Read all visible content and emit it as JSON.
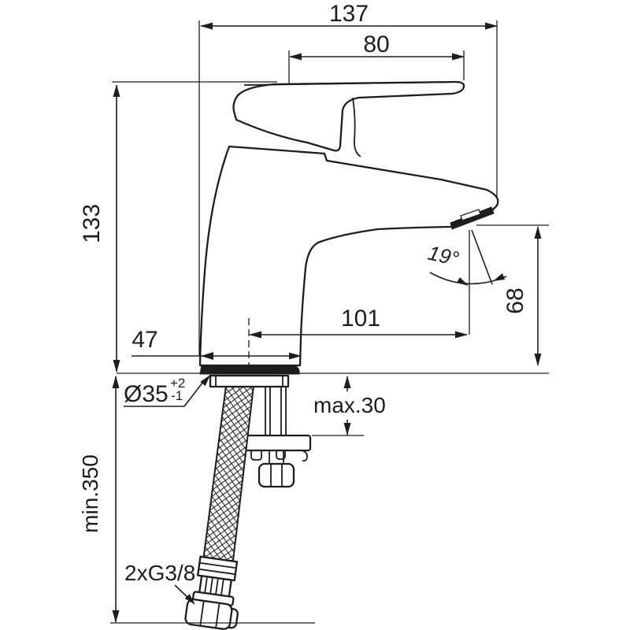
{
  "drawing": {
    "type": "faucet-installation-dimension-drawing",
    "annotations": {
      "overall_width": "137",
      "handle_length": "80",
      "body_height": "133",
      "base_depth": "47",
      "spout_reach": "101",
      "spout_angle": "19°",
      "outlet_height": "68",
      "hole_diameter": "Ø35",
      "hole_tol_plus": "+2",
      "hole_tol_minus": "-1",
      "max_deck_thickness": "max.30",
      "min_hose_length": "min.350",
      "connection_thread": "2xG3/8"
    },
    "colors": {
      "line": "#1d1d1b",
      "background": "#ffffff"
    }
  }
}
